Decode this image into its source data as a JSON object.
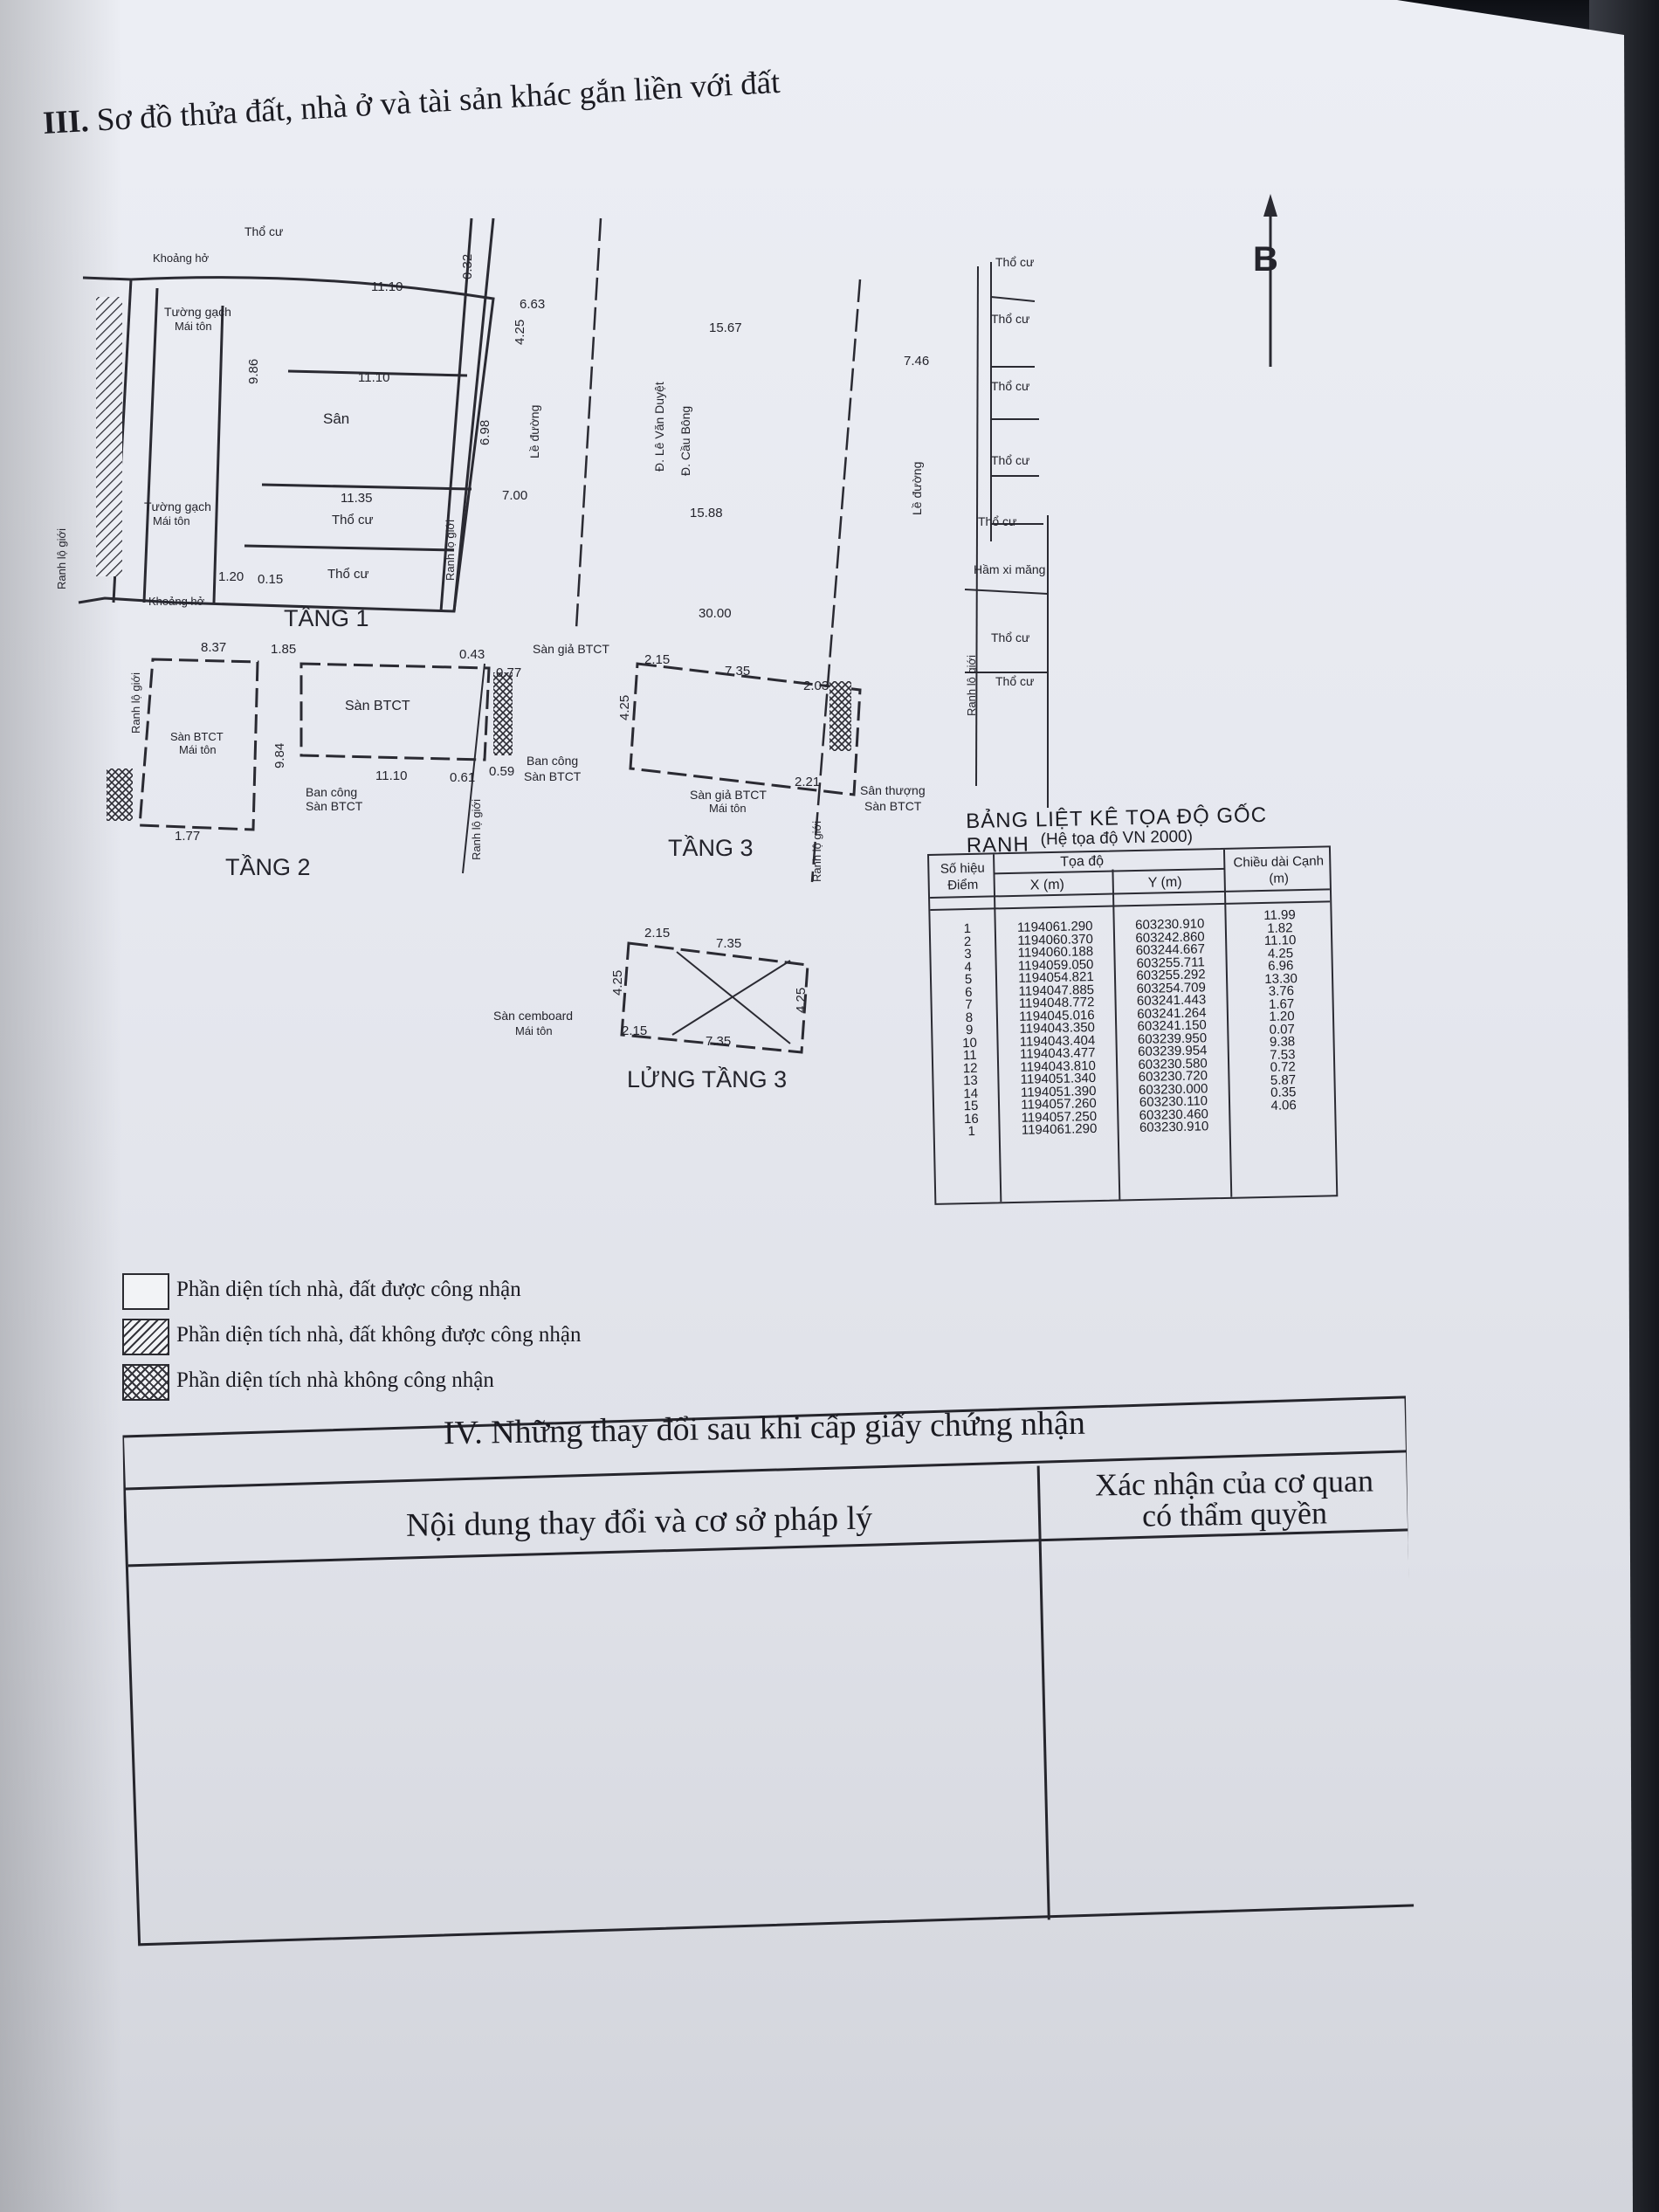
{
  "section_iii": {
    "number": "III.",
    "title": "Sơ đồ thửa đất, nhà ở và tài sản khác gắn liền với đất"
  },
  "north": "B",
  "site_plan": {
    "floors": {
      "t1": "TẦNG 1",
      "t2": "TẦNG 2",
      "t3": "TẦNG 3",
      "lt3": "LỬNG TẦNG 3"
    },
    "streets": {
      "le_van_duyet": "Đ. Lê Văn Duyệt",
      "cau_bong": "Đ. Cầu Bông",
      "le_duong_1": "Lề đường",
      "le_duong_2": "Lề đường",
      "ranh": "Ranh lộ giới"
    },
    "labels": {
      "tho_cu": "Thổ cư",
      "khoang_ho": "Khoảng hở",
      "tuong_gach": "Tường gạch",
      "mai_ton": "Mái tôn",
      "san": "Sân",
      "san_btct": "Sàn BTCT",
      "ban_cong": "Ban công",
      "san_gia_btct": "Sàn giả BTCT",
      "san_thuong": "Sân thượng",
      "san_cemboard": "Sàn cemboard",
      "ham_xi_mang": "Hầm xi măng"
    },
    "dims": [
      "11.10",
      "11.10",
      "11.35",
      "4.25",
      "6.98",
      "9.86",
      "0.32",
      "6.63",
      "15.67",
      "7.46",
      "7.00",
      "15.88",
      "30.00",
      "8.37",
      "1.85",
      "0.43",
      "0.77",
      "0.61",
      "0.59",
      "2.15",
      "7.35",
      "2.03",
      "2.21",
      "4.25",
      "9.84",
      "1.77",
      "1.20",
      "0.15"
    ]
  },
  "coord_table": {
    "title": "BẢNG LIỆT KÊ TỌA ĐỘ GỐC RANH",
    "subtitle": "(Hệ tọa độ VN 2000)",
    "headers": {
      "point": "Số hiệu Điểm",
      "coords": "Tọa độ",
      "x": "X (m)",
      "y": "Y (m)",
      "edge": "Chiều dài Cạnh (m)"
    },
    "points": [
      "1",
      "2",
      "3",
      "4",
      "5",
      "6",
      "7",
      "8",
      "9",
      "10",
      "11",
      "12",
      "13",
      "14",
      "15",
      "16",
      "1"
    ],
    "x": [
      "1194061.290",
      "1194060.370",
      "1194060.188",
      "1194059.050",
      "1194054.821",
      "1194047.885",
      "1194048.772",
      "1194045.016",
      "1194043.350",
      "1194043.404",
      "1194043.477",
      "1194043.810",
      "1194051.340",
      "1194051.390",
      "1194057.260",
      "1194057.250",
      "1194061.290"
    ],
    "y": [
      "603230.910",
      "603242.860",
      "603244.667",
      "603255.711",
      "603255.292",
      "603254.709",
      "603241.443",
      "603241.264",
      "603241.150",
      "603239.950",
      "603239.954",
      "603230.580",
      "603230.720",
      "603230.000",
      "603230.110",
      "603230.460",
      "603230.910"
    ],
    "edge": [
      "11.99",
      "1.82",
      "11.10",
      "4.25",
      "6.96",
      "13.30",
      "3.76",
      "1.67",
      "1.20",
      "0.07",
      "9.38",
      "7.53",
      "0.72",
      "5.87",
      "0.35",
      "4.06"
    ]
  },
  "legend": [
    "Phần diện tích nhà, đất được công nhận",
    "Phần diện tích nhà, đất không được công nhận",
    "Phần diện tích nhà không công nhận"
  ],
  "section_iv": {
    "title": "IV. Những thay đổi sau khi cấp giấy chứng nhận",
    "left_header": "Nội dung thay đổi và cơ sở pháp lý",
    "right_header_1": "Xác nhận của cơ quan",
    "right_header_2": "có thẩm quyền"
  }
}
